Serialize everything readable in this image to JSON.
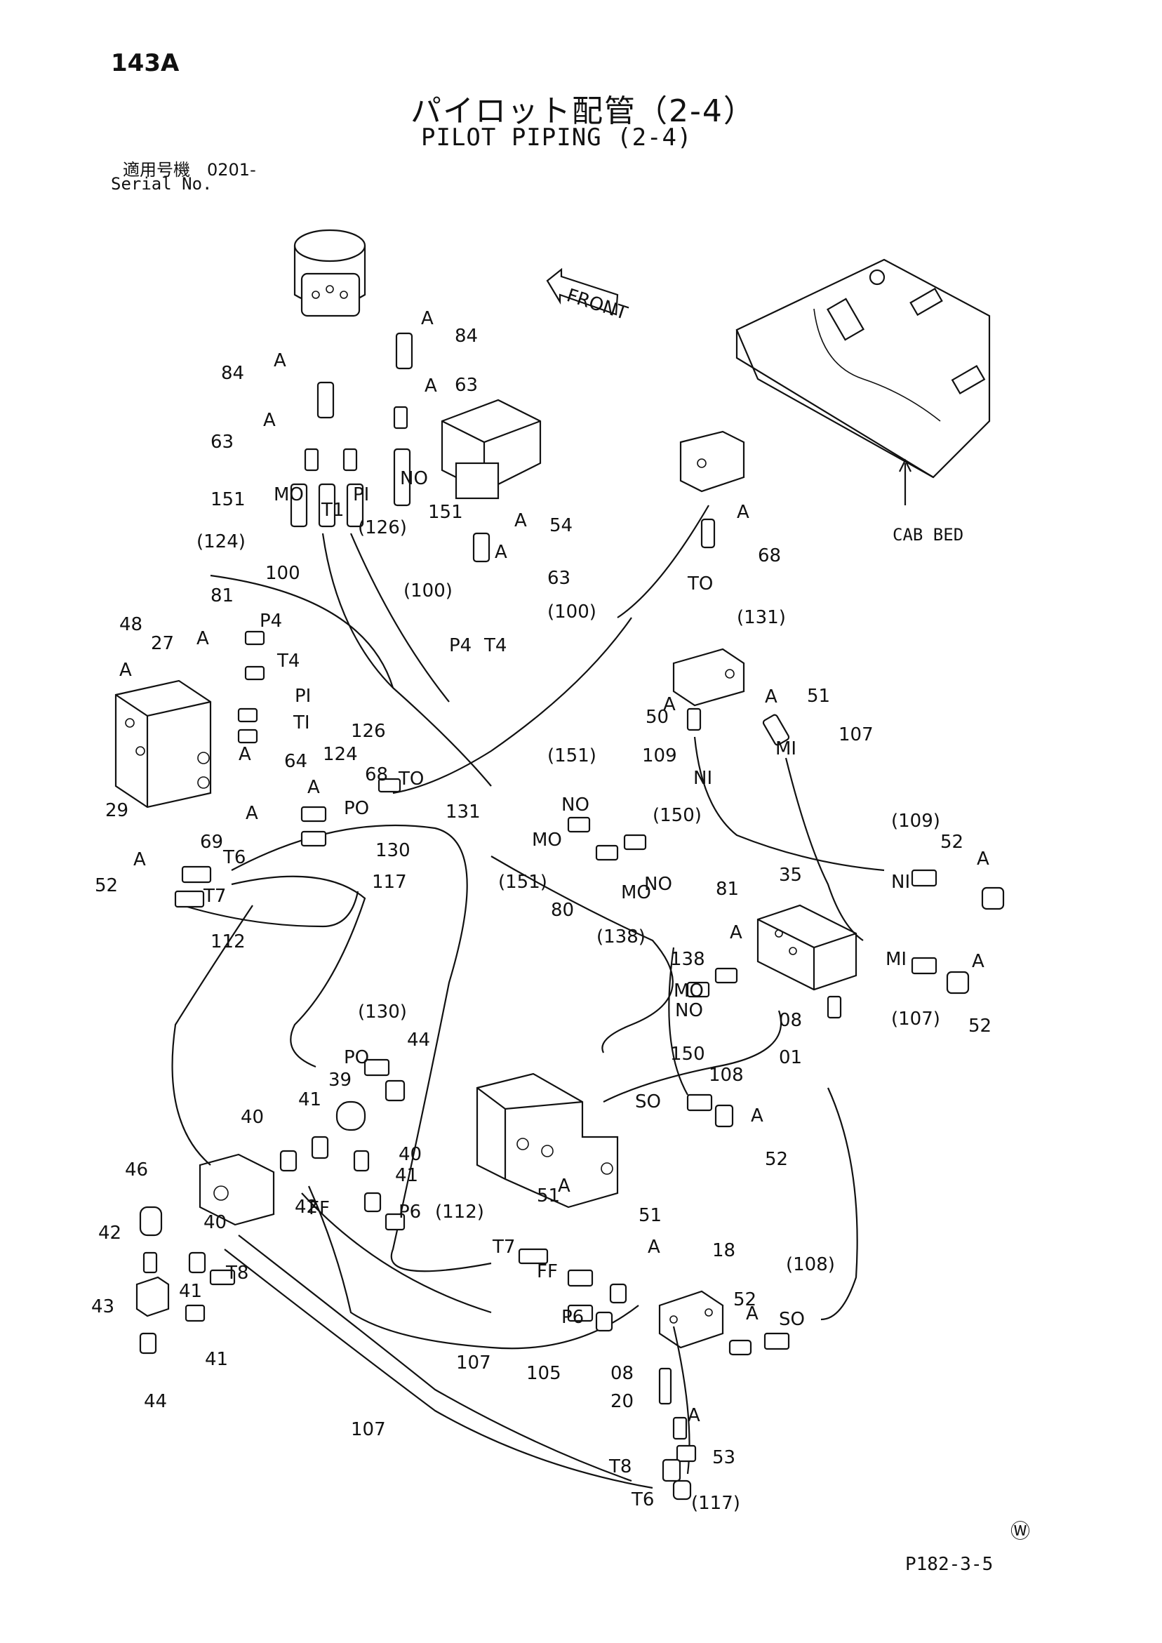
{
  "header": {
    "page_number": "143A",
    "title_jp": "パイロット配管（2-4）",
    "title_en": "PILOT PIPING (2-4)",
    "serial_jp": "適用号機　0201-",
    "serial_en": "Serial No."
  },
  "callouts": {
    "cab_bed": "CAB BED",
    "front": "FRONT"
  },
  "footer": {
    "watermark": "Ⓦ",
    "drawing_code": "P182-3-5"
  },
  "part_labels": [
    {
      "id": "p84a",
      "text": "84"
    },
    {
      "id": "p84b",
      "text": "84"
    },
    {
      "id": "p63a",
      "text": "63"
    },
    {
      "id": "p63b",
      "text": "63"
    },
    {
      "id": "p63c",
      "text": "63"
    },
    {
      "id": "p151a",
      "text": "151"
    },
    {
      "id": "p151b",
      "text": "151"
    },
    {
      "id": "p124a",
      "text": "(124)"
    },
    {
      "id": "p126a",
      "text": "(126)"
    },
    {
      "id": "p54",
      "text": "54"
    },
    {
      "id": "p100a",
      "text": "(100)"
    },
    {
      "id": "p100b",
      "text": "(100)"
    },
    {
      "id": "p100c",
      "text": "100"
    },
    {
      "id": "p68a",
      "text": "68"
    },
    {
      "id": "p68b",
      "text": "68"
    },
    {
      "id": "p131a",
      "text": "(131)"
    },
    {
      "id": "p131b",
      "text": "131"
    },
    {
      "id": "p81a",
      "text": "81"
    },
    {
      "id": "p81b",
      "text": "81"
    },
    {
      "id": "p48",
      "text": "48"
    },
    {
      "id": "p27",
      "text": "27"
    },
    {
      "id": "p126b",
      "text": "126"
    },
    {
      "id": "p124b",
      "text": "124"
    },
    {
      "id": "p64",
      "text": "64"
    },
    {
      "id": "p29",
      "text": "29"
    },
    {
      "id": "p51a",
      "text": "51"
    },
    {
      "id": "p51b",
      "text": "51"
    },
    {
      "id": "p51c",
      "text": "51"
    },
    {
      "id": "p50",
      "text": "50"
    },
    {
      "id": "p107a",
      "text": "107"
    },
    {
      "id": "p109a",
      "text": "109"
    },
    {
      "id": "p151c",
      "text": "(151)"
    },
    {
      "id": "p150a",
      "text": "(150)"
    },
    {
      "id": "p69",
      "text": "69"
    },
    {
      "id": "p130a",
      "text": "130"
    },
    {
      "id": "p52a",
      "text": "52"
    },
    {
      "id": "p52b",
      "text": "52"
    },
    {
      "id": "p52c",
      "text": "52"
    },
    {
      "id": "p52d",
      "text": "52"
    },
    {
      "id": "p52e",
      "text": "52"
    },
    {
      "id": "p117",
      "text": "117"
    },
    {
      "id": "p112a",
      "text": "112"
    },
    {
      "id": "p151d",
      "text": "(151)"
    },
    {
      "id": "p80",
      "text": "80"
    },
    {
      "id": "p138a",
      "text": "(138)"
    },
    {
      "id": "p109b",
      "text": "(109)"
    },
    {
      "id": "p35",
      "text": "35"
    },
    {
      "id": "p138b",
      "text": "138"
    },
    {
      "id": "p150b",
      "text": "150"
    },
    {
      "id": "p08a",
      "text": "08"
    },
    {
      "id": "p01",
      "text": "01"
    },
    {
      "id": "p107b",
      "text": "(107)"
    },
    {
      "id": "p130b",
      "text": "(130)"
    },
    {
      "id": "p44a",
      "text": "44"
    },
    {
      "id": "p39",
      "text": "39"
    },
    {
      "id": "p41a",
      "text": "41"
    },
    {
      "id": "p40a",
      "text": "40"
    },
    {
      "id": "p40b",
      "text": "40"
    },
    {
      "id": "p41b",
      "text": "41"
    },
    {
      "id": "p108a",
      "text": "108"
    },
    {
      "id": "p46",
      "text": "46"
    },
    {
      "id": "p42a",
      "text": "42"
    },
    {
      "id": "p42b",
      "text": "42"
    },
    {
      "id": "p40c",
      "text": "40"
    },
    {
      "id": "p112b",
      "text": "(112)"
    },
    {
      "id": "p18",
      "text": "18"
    },
    {
      "id": "p108b",
      "text": "(108)"
    },
    {
      "id": "p43",
      "text": "43"
    },
    {
      "id": "p41c",
      "text": "41"
    },
    {
      "id": "p41d",
      "text": "41"
    },
    {
      "id": "p44b",
      "text": "44"
    },
    {
      "id": "p107c",
      "text": "107"
    },
    {
      "id": "p105",
      "text": "105"
    },
    {
      "id": "p08b",
      "text": "08"
    },
    {
      "id": "p20",
      "text": "20"
    },
    {
      "id": "p107d",
      "text": "107"
    },
    {
      "id": "p53",
      "text": "53"
    },
    {
      "id": "p117b",
      "text": "(117)"
    }
  ],
  "port_labels": [
    {
      "id": "mo1",
      "text": "MO"
    },
    {
      "id": "t1",
      "text": "T1"
    },
    {
      "id": "pi1",
      "text": "PI"
    },
    {
      "id": "no1",
      "text": "NO"
    },
    {
      "id": "p4a",
      "text": "P4"
    },
    {
      "id": "t4a",
      "text": "T4"
    },
    {
      "id": "p4b",
      "text": "P4"
    },
    {
      "id": "t4b",
      "text": "T4"
    },
    {
      "id": "to1",
      "text": "TO"
    },
    {
      "id": "to2",
      "text": "TO"
    },
    {
      "id": "pi2",
      "text": "PI"
    },
    {
      "id": "ti2",
      "text": "TI"
    },
    {
      "id": "po1",
      "text": "PO"
    },
    {
      "id": "t6a",
      "text": "T6"
    },
    {
      "id": "t7a",
      "text": "T7"
    },
    {
      "id": "ni1",
      "text": "NI"
    },
    {
      "id": "mi1",
      "text": "MI"
    },
    {
      "id": "no2",
      "text": "NO"
    },
    {
      "id": "mo2",
      "text": "MO"
    },
    {
      "id": "no3",
      "text": "NO"
    },
    {
      "id": "mo3",
      "text": "MO"
    },
    {
      "id": "ni2",
      "text": "NI"
    },
    {
      "id": "mi2",
      "text": "MI"
    },
    {
      "id": "mo4",
      "text": "MO"
    },
    {
      "id": "no4",
      "text": "NO"
    },
    {
      "id": "po2",
      "text": "PO"
    },
    {
      "id": "so1",
      "text": "SO"
    },
    {
      "id": "ff1",
      "text": "FF"
    },
    {
      "id": "p6a",
      "text": "P6"
    },
    {
      "id": "t7b",
      "text": "T7"
    },
    {
      "id": "ff2",
      "text": "FF"
    },
    {
      "id": "p6b",
      "text": "P6"
    },
    {
      "id": "so2",
      "text": "SO"
    },
    {
      "id": "t8a",
      "text": "T8"
    },
    {
      "id": "t8b",
      "text": "T8"
    },
    {
      "id": "t6b",
      "text": "T6"
    }
  ],
  "a_marker": "A"
}
